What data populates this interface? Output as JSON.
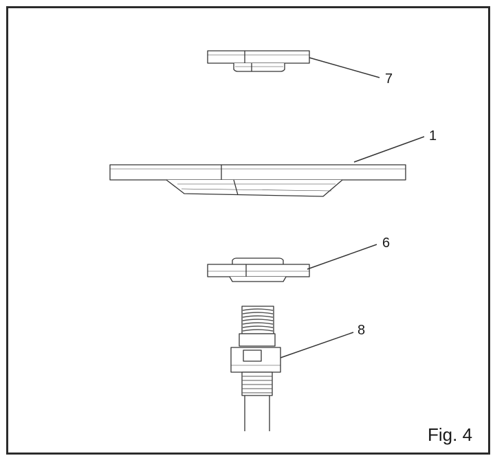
{
  "figure": {
    "label": "Fig. 4",
    "callouts": {
      "part_7": "7",
      "part_1": "1",
      "part_6": "6",
      "part_8": "8"
    }
  },
  "colors": {
    "line": "#333333",
    "fill": "#ffffff",
    "shade": "#e6e6e6"
  }
}
